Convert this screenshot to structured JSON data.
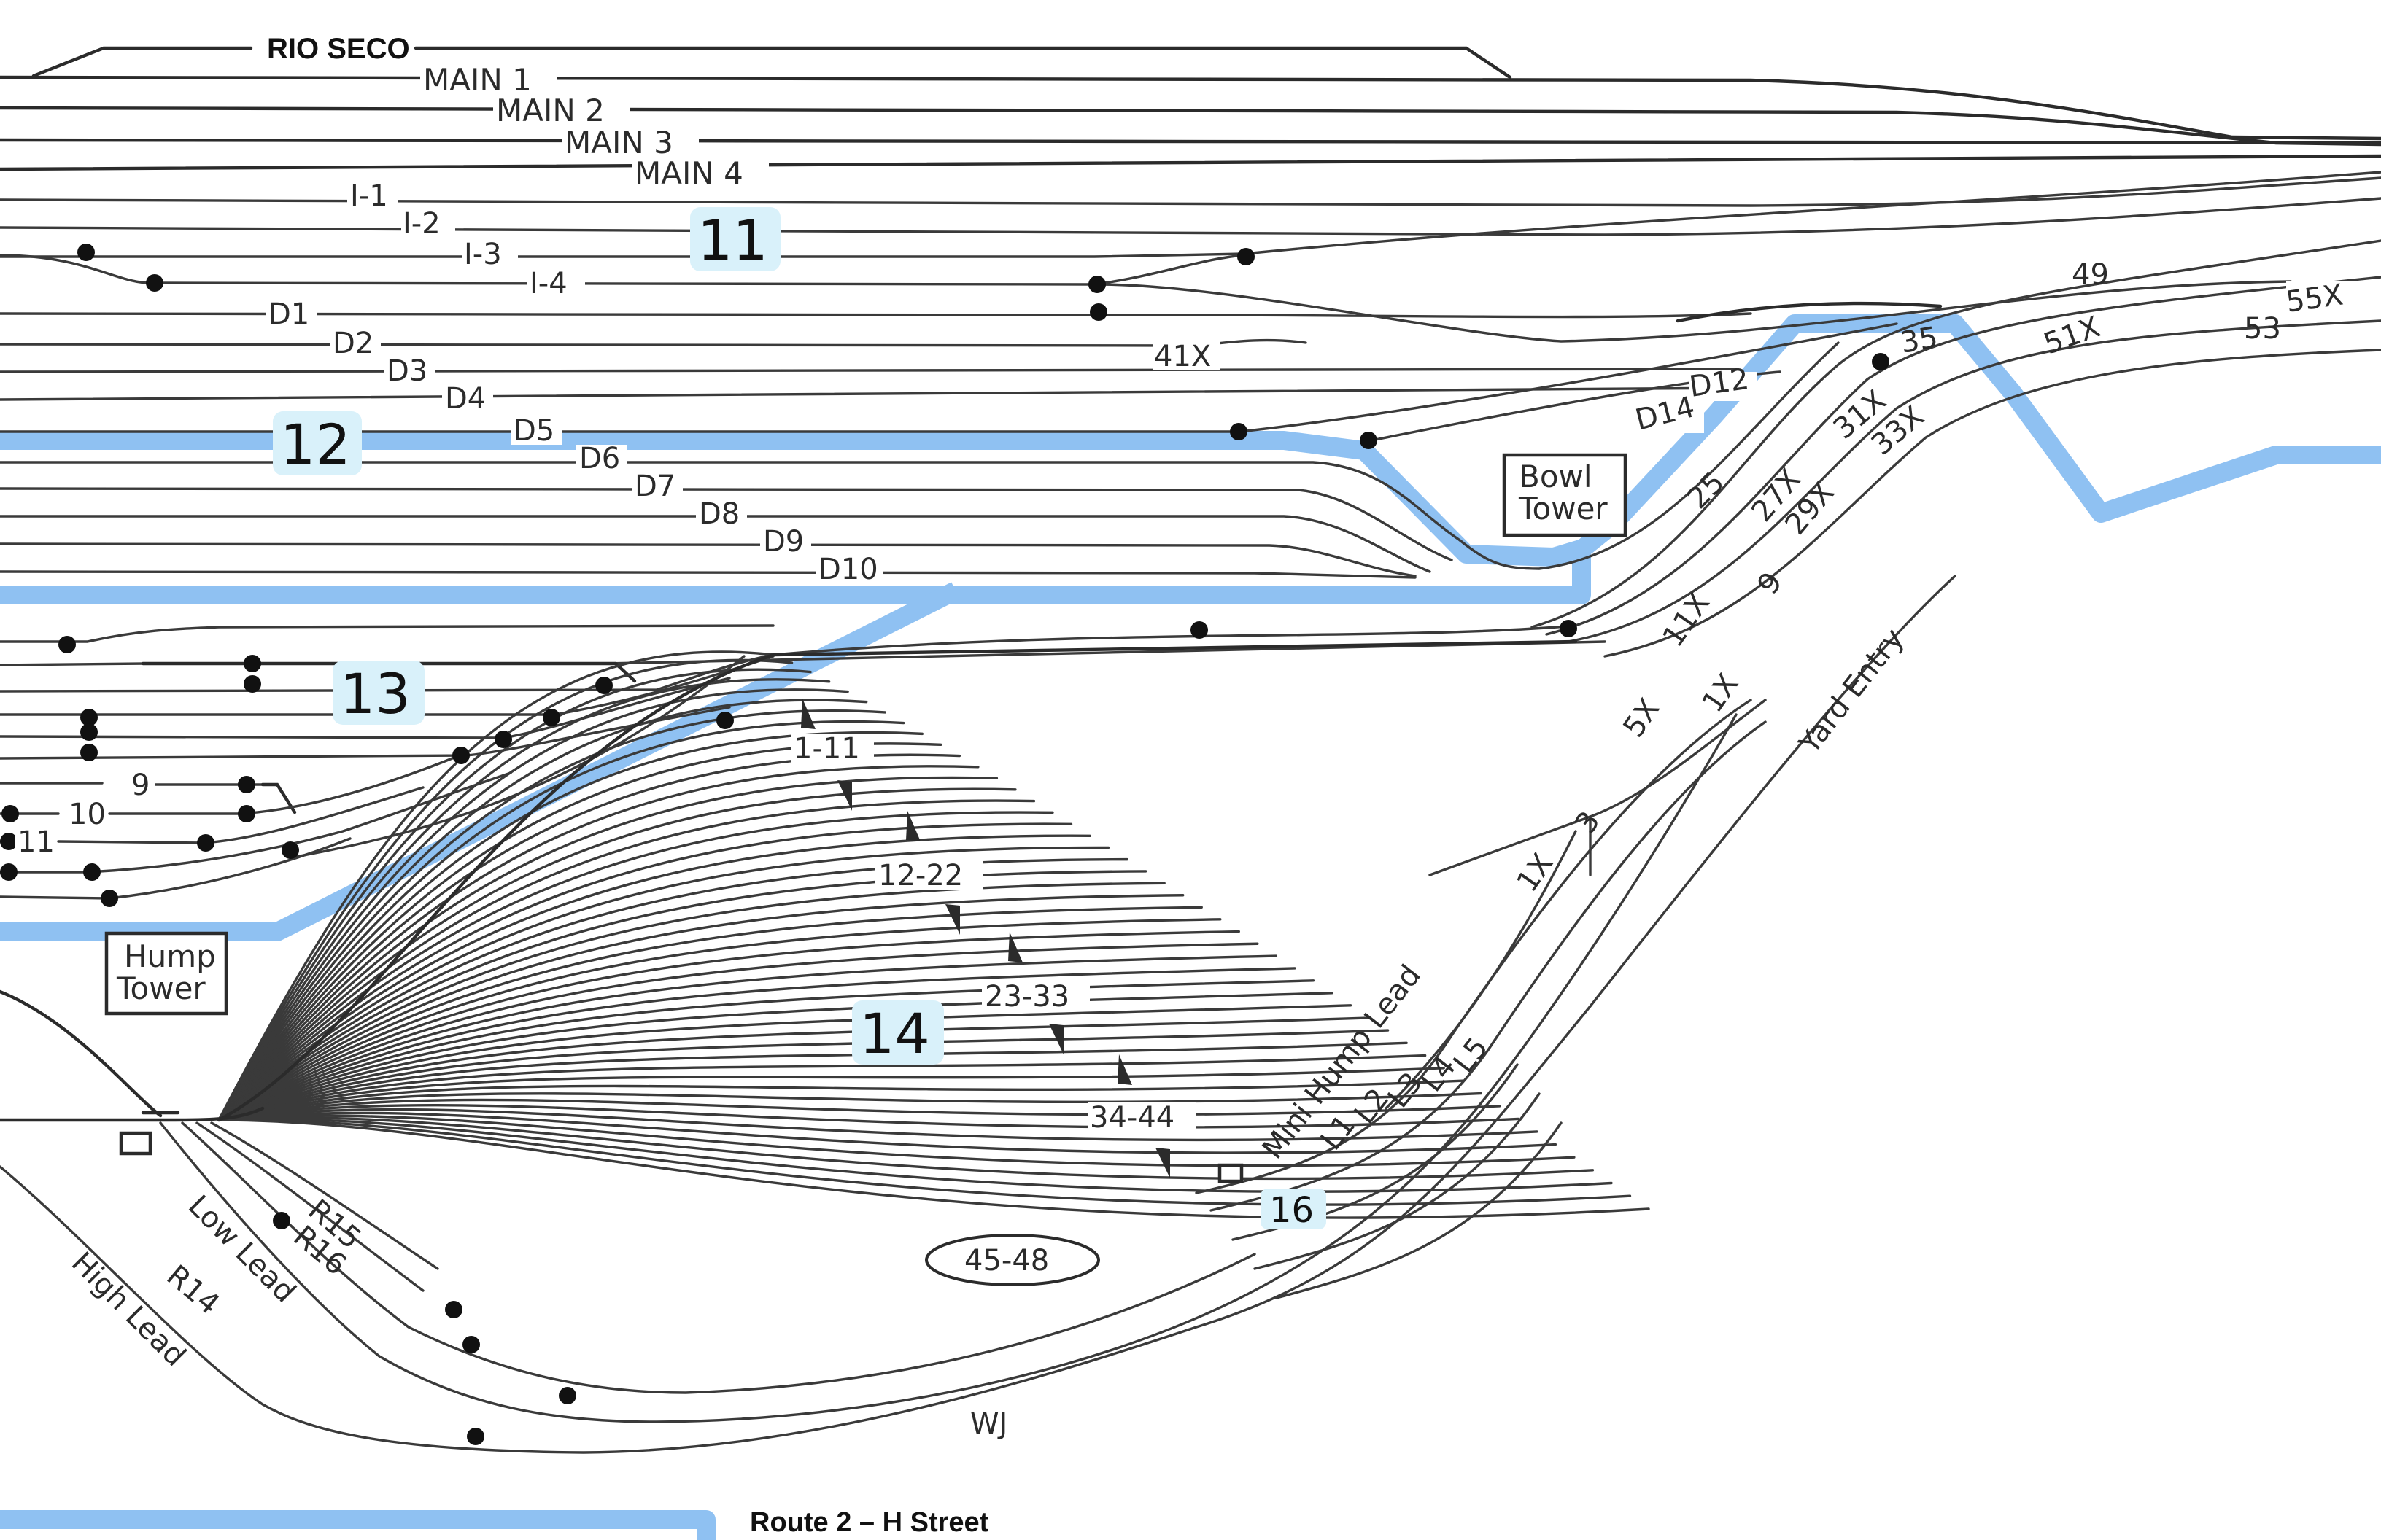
{
  "header": {
    "area_name": "RIO SECO"
  },
  "main_tracks": [
    "MAIN 1",
    "MAIN 2",
    "MAIN 3",
    "MAIN 4"
  ],
  "inbound_tracks": [
    "I-1",
    "I-2",
    "I-3",
    "I-4"
  ],
  "departure_tracks": [
    "D1",
    "D2",
    "D3",
    "D4",
    "D5",
    "D6",
    "D7",
    "D8",
    "D9",
    "D10",
    "D12",
    "D14"
  ],
  "switch_labels": [
    "41X",
    "49",
    "55X",
    "51X",
    "53",
    "35",
    "31X",
    "33X",
    "25",
    "27X",
    "29X",
    "11X",
    "9",
    "5X",
    "1X",
    "3",
    "1X"
  ],
  "class_groups": [
    "1-11",
    "12-22",
    "23-33",
    "34-44",
    "45-48"
  ],
  "receiving_labels": [
    "9",
    "10",
    "11",
    "R14",
    "R15",
    "R16"
  ],
  "leads": [
    "Low Lead",
    "High Lead",
    "Mini Hump Lead",
    "Yard Entry",
    "WJ"
  ],
  "lead_tracks": [
    "L1",
    "L2",
    "L3",
    "L4",
    "L5"
  ],
  "towers": {
    "bowl": [
      "Bowl",
      "Tower"
    ],
    "hump": [
      "Hump",
      "Tower"
    ]
  },
  "zones": [
    "11",
    "12",
    "13",
    "14",
    "16"
  ],
  "route_caption": "Route 2 – H Street",
  "colors": {
    "route_highlight": "#8fc1f2",
    "zone_badge": "#d9f1fa",
    "track": "#2b2b2b"
  }
}
